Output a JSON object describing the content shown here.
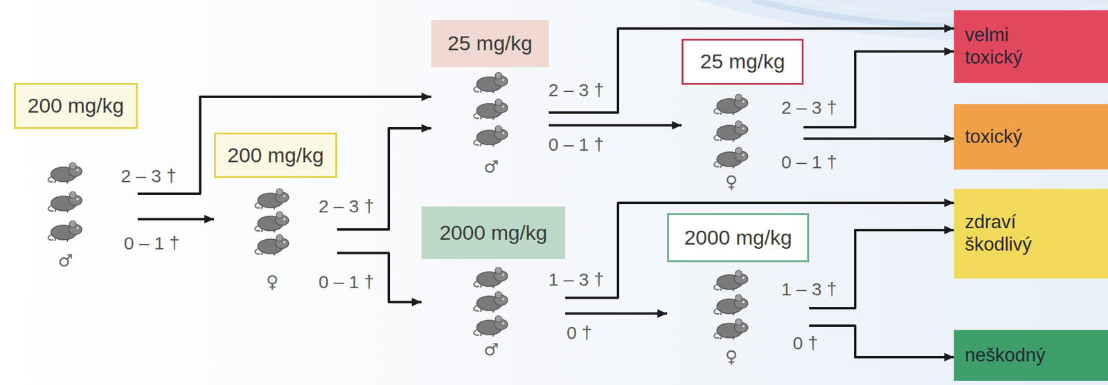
{
  "diagram": {
    "nodes": [
      {
        "text": [
          "200 mg/kg"
        ]
      },
      {
        "text": [
          "200 mg/kg"
        ]
      },
      {
        "text": [
          "25 mg/kg"
        ]
      },
      {
        "text": [
          "2000 mg/kg"
        ]
      },
      {
        "text": [
          "25 mg/kg"
        ]
      },
      {
        "text": [
          "2000 mg/kg"
        ]
      },
      {
        "text": [
          "velmi toxický"
        ]
      },
      {
        "text": [
          "toxický"
        ]
      },
      {
        "text": [
          "zdraví škodlivý"
        ]
      },
      {
        "text": [
          "neškodný"
        ]
      }
    ],
    "edges": [
      {
        "from": 0,
        "to": 2,
        "arrow": "to",
        "label": "2 – 3 †"
      },
      {
        "from": 0,
        "to": 1,
        "arrow": "to",
        "label": "0 – 1 †"
      },
      {
        "from": 1,
        "to": 2,
        "arrow": "to",
        "label": "2 – 3 †"
      },
      {
        "from": 1,
        "to": 3,
        "arrow": "to",
        "label": "0 – 1 †"
      },
      {
        "from": 2,
        "to": 6,
        "arrow": "to",
        "label": "2 – 3 †"
      },
      {
        "from": 2,
        "to": 4,
        "arrow": "to",
        "label": "0 – 1 †"
      },
      {
        "from": 4,
        "to": 6,
        "arrow": "to",
        "label": "2 – 3 †"
      },
      {
        "from": 4,
        "to": 7,
        "arrow": "to",
        "label": "0 – 1 †"
      },
      {
        "from": 3,
        "to": 8,
        "arrow": "to",
        "label": "1 – 3 †"
      },
      {
        "from": 3,
        "to": 5,
        "arrow": "to",
        "label": "0 †"
      },
      {
        "from": 5,
        "to": 8,
        "arrow": "to",
        "label": "1 – 3 †"
      },
      {
        "from": 5,
        "to": 9,
        "arrow": "to",
        "label": "0 †"
      }
    ],
    "labels": [
      "♂",
      "♀",
      "♂",
      "♂",
      "♀",
      "♀"
    ]
  }
}
